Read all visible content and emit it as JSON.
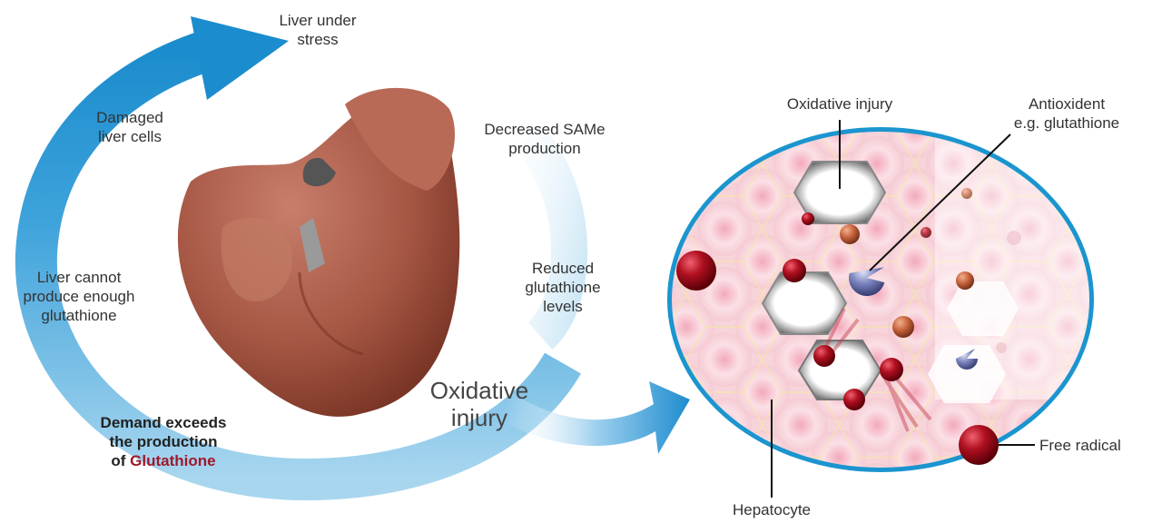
{
  "cycle_labels": {
    "liver_under_stress": [
      "Liver under",
      "stress"
    ],
    "damaged_cells": [
      "Damaged",
      "liver cells"
    ],
    "cannot_produce": [
      "Liver cannot",
      "produce enough",
      "glutathione"
    ],
    "decreased_same": [
      "Decreased SAMe",
      "production"
    ],
    "reduced_glutathione": [
      "Reduced",
      "glutathione",
      "levels"
    ],
    "demand_exceeds": {
      "line1": "Demand exceeds",
      "line2": "the production",
      "line3_prefix": "of ",
      "line3_highlight": "Glutathione"
    }
  },
  "center_label": [
    "Oxidative",
    "injury"
  ],
  "cell_panel": {
    "oxidative_injury": "Oxidative injury",
    "antioxidant": [
      "Antioxident",
      "e.g. glutathione"
    ],
    "free_radical": "Free radical",
    "hepatocyte": "Hepatocyte"
  },
  "colors": {
    "arrow_blue": "#1e8ccf",
    "ring_blue": "#1b95cf",
    "highlight_red": "#a0182a",
    "liver": "#a85a48",
    "cell_pink": "#f6cfd6",
    "radical_red": "#9e1020",
    "antioxidant_blue": "#5a6aa8"
  }
}
